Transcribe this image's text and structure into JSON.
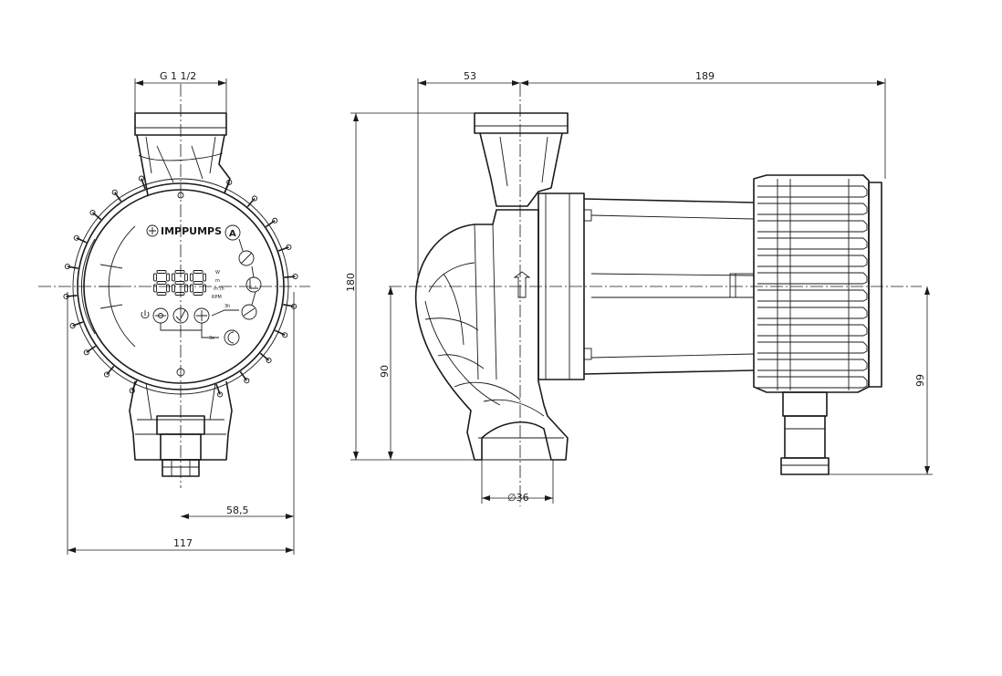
{
  "dimensions": {
    "thread": "G 1 1/2",
    "offset_53": "53",
    "length_189": "189",
    "height_180": "180",
    "height_90": "90",
    "height_99": "99",
    "diameter": "∅36",
    "width_58_5": "58,5",
    "width_117": "117"
  },
  "front_view": {
    "brand": "IMPPUMPS",
    "mode_label": "A",
    "units": [
      "W",
      "m",
      "m³/h",
      "RPM"
    ],
    "timer_3h": "3h",
    "timer_3s": "3s"
  },
  "colors": {
    "line": "#1a1a1a",
    "background": "#ffffff"
  }
}
